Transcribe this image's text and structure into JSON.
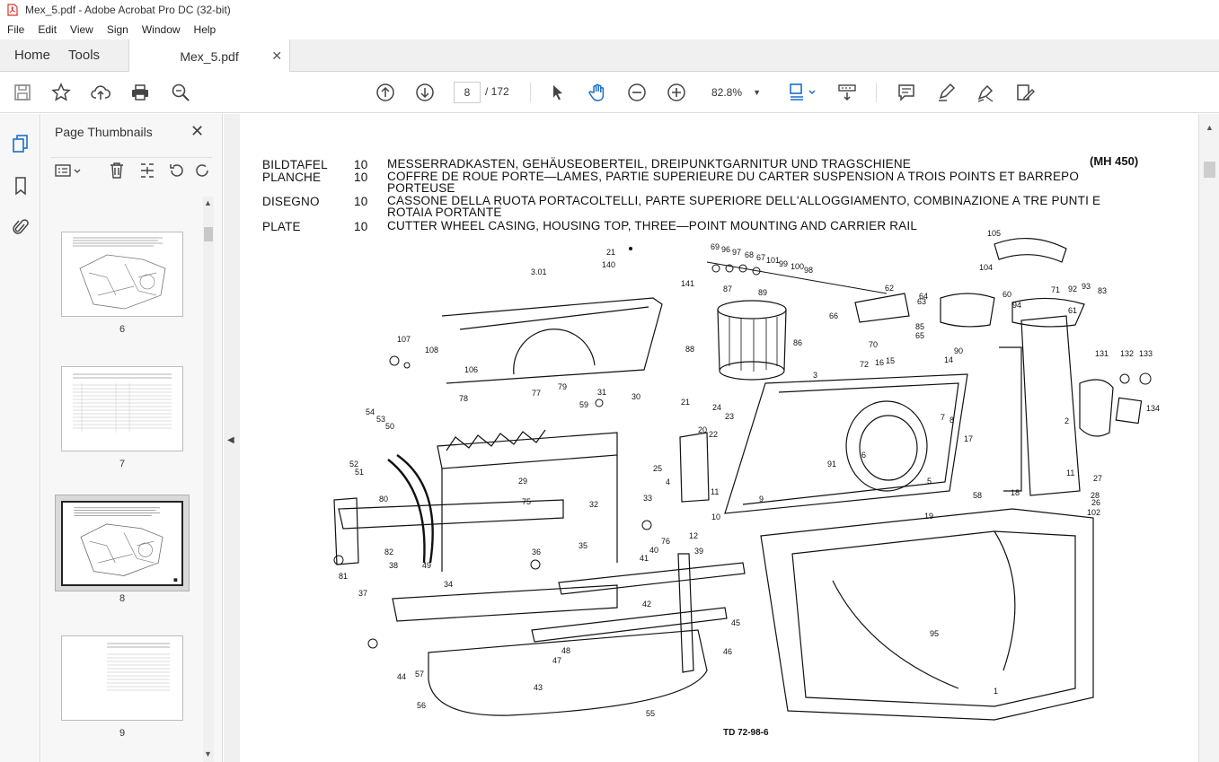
{
  "window": {
    "title": "Mex_5.pdf - Adobe Acrobat Pro DC (32-bit)"
  },
  "menu": [
    "File",
    "Edit",
    "View",
    "Sign",
    "Window",
    "Help"
  ],
  "tabs": {
    "home": "Home",
    "tools": "Tools",
    "document": "Mex_5.pdf"
  },
  "toolbar": {
    "page_current": "8",
    "page_total": "/ 172",
    "zoom": "82.8%"
  },
  "panel": {
    "title": "Page Thumbnails",
    "thumbnails": [
      {
        "label": "6"
      },
      {
        "label": "7"
      },
      {
        "label": "8"
      },
      {
        "label": "9"
      }
    ],
    "selected_page": "8"
  },
  "document": {
    "model": "(MH 450)",
    "headings": [
      {
        "key": "BILDTAFEL",
        "num": "10",
        "text": "MESSERRADKASTEN, GEHÄUSEOBERTEIL, DREIPUNKTGARNITUR UND TRAGSCHIENE"
      },
      {
        "key": "PLANCHE",
        "num": "10",
        "text": "COFFRE DE ROUE PORTE—LAMES, PARTIE SUPERIEURE DU CARTER SUSPENSION A TROIS POINTS ET BARREPO PORTEUSE"
      },
      {
        "key": "DISEGNO",
        "num": "10",
        "text": "CASSONE DELLA RUOTA PORTACOLTELLI, PARTE SUPERIORE DELL'ALLOGGIAMENTO, COMBINAZIONE A TRE PUNTI E ROTAIA PORTANTE"
      },
      {
        "key": "PLATE",
        "num": "10",
        "text": "CUTTER WHEEL CASING, HOUSING TOP, THREE—POINT MOUNTING AND CARRIER RAIL"
      }
    ],
    "drawing_code": "TD 72-98-6",
    "part_numbers": [
      "21",
      "140",
      "141",
      "3.01",
      "69",
      "96",
      "97",
      "68",
      "67",
      "101",
      "99",
      "100",
      "98",
      "87",
      "89",
      "88",
      "86",
      "62",
      "63",
      "64",
      "66",
      "70",
      "65",
      "85",
      "105",
      "104",
      "60",
      "71",
      "92",
      "93",
      "83",
      "94",
      "61",
      "107",
      "108",
      "106",
      "78",
      "77",
      "79",
      "31",
      "30",
      "59",
      "21",
      "24",
      "23",
      "20",
      "22",
      "25",
      "4",
      "54",
      "53",
      "50",
      "52",
      "51",
      "29",
      "75",
      "80",
      "82",
      "81",
      "37",
      "38",
      "49",
      "34",
      "36",
      "35",
      "32",
      "33",
      "40",
      "76",
      "12",
      "41",
      "39",
      "11",
      "10",
      "9",
      "42",
      "45",
      "46",
      "48",
      "47",
      "44",
      "57",
      "56",
      "43",
      "55",
      "72",
      "16",
      "15",
      "14",
      "90",
      "3",
      "131",
      "132",
      "133",
      "134",
      "2",
      "7",
      "8",
      "17",
      "91",
      "6",
      "5",
      "58",
      "18",
      "19",
      "1",
      "95",
      "11",
      "27",
      "28",
      "26",
      "102"
    ]
  }
}
